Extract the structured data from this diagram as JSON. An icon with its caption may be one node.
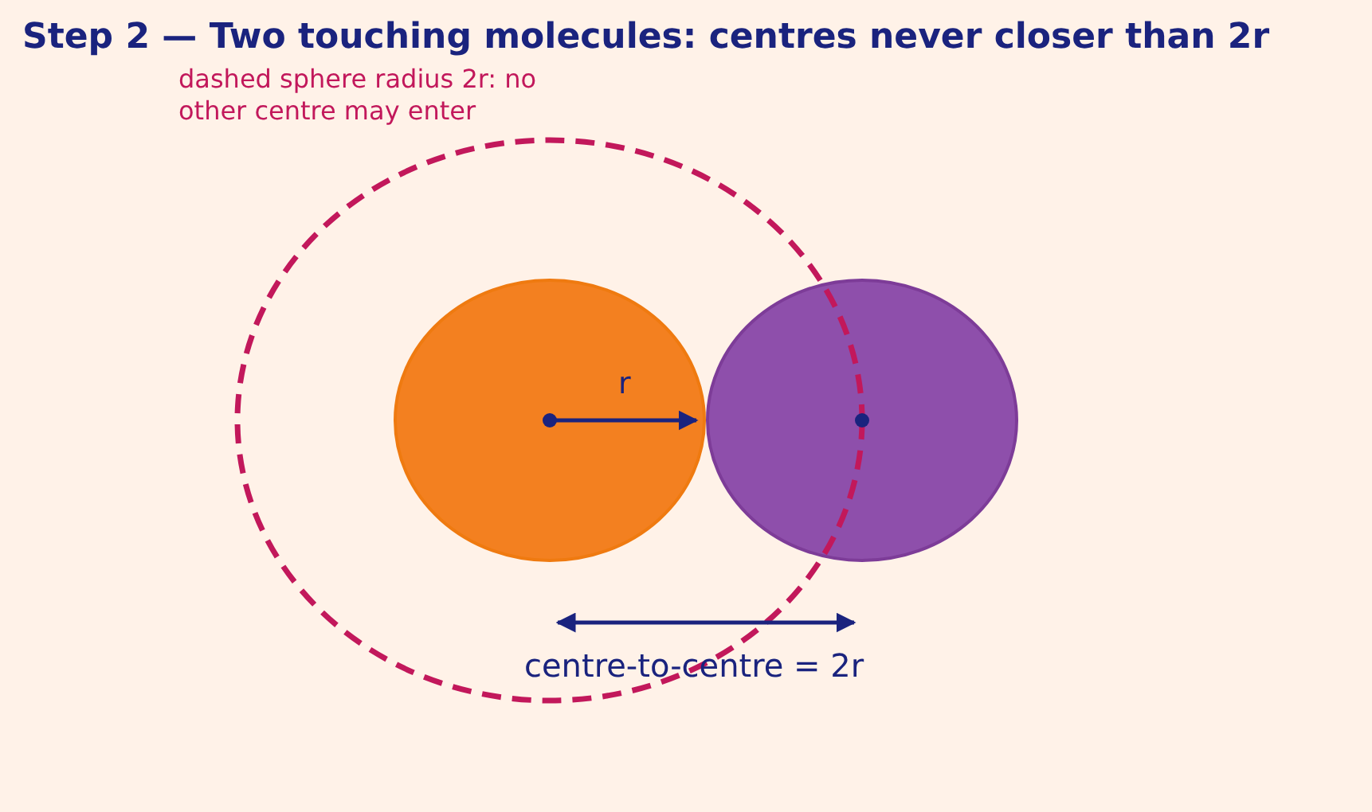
{
  "diagram": {
    "title": "Step 2 — Two touching molecules: centres never closer than 2r",
    "labels": [
      "dashed sphere radius 2r: no other centre may enter",
      "r",
      "centre-to-centre = 2r"
    ]
  }
}
